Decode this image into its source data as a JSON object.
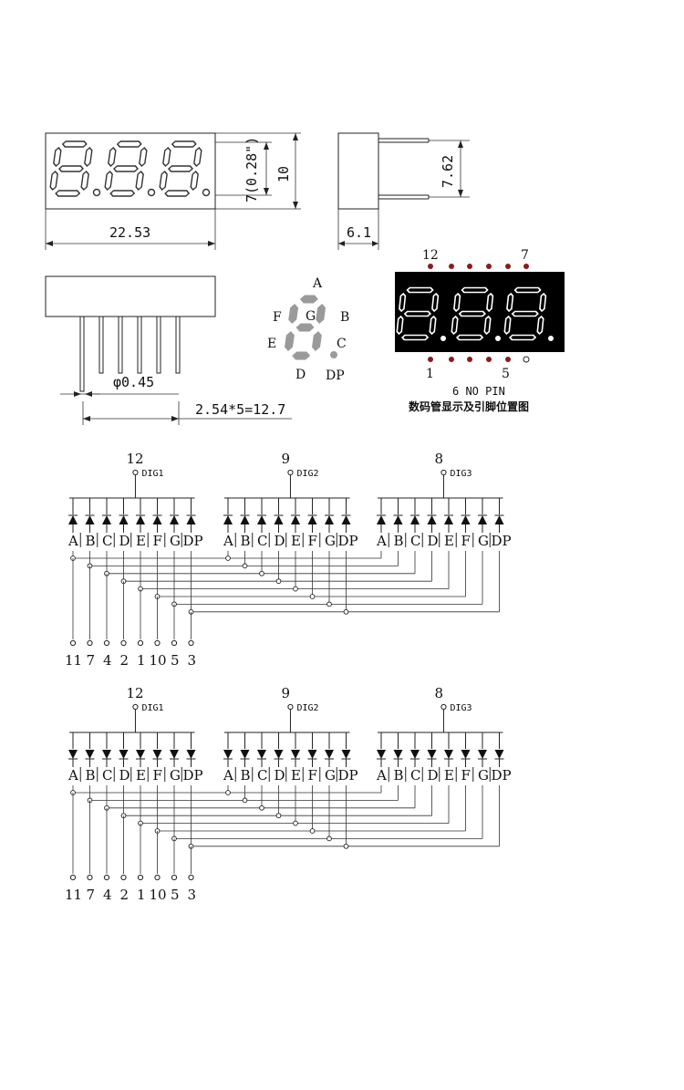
{
  "front_view": {
    "width_label": "22.53",
    "digit_height_label": "7(0.28\")",
    "height_label": "10"
  },
  "side_view": {
    "depth_label": "6.1",
    "pin_row_label": "7.62"
  },
  "bottom_view": {
    "pin_diameter_label": "φ0.45",
    "pitch_label": "2.54*5=12.7"
  },
  "segment_legend": {
    "A": "A",
    "B": "B",
    "C": "C",
    "D": "D",
    "E": "E",
    "F": "F",
    "G": "G",
    "DP": "DP"
  },
  "pin_layout": {
    "top_left": "12",
    "top_right": "7",
    "bottom_left": "1",
    "bottom_right": "5",
    "note": "6 NO PIN",
    "caption": "数码管显示及引脚位置图"
  },
  "circuits": [
    {
      "type": "common-cathode",
      "digits": [
        {
          "pin": "12",
          "name": "DIG1"
        },
        {
          "pin": "9",
          "name": "DIG2"
        },
        {
          "pin": "8",
          "name": "DIG3"
        }
      ],
      "segments": [
        "A",
        "B",
        "C",
        "D",
        "E",
        "F",
        "G",
        "DP"
      ],
      "segment_pins": [
        "11",
        "7",
        "4",
        "2",
        "1",
        "10",
        "5",
        "3"
      ]
    },
    {
      "type": "common-anode",
      "digits": [
        {
          "pin": "12",
          "name": "DIG1"
        },
        {
          "pin": "9",
          "name": "DIG2"
        },
        {
          "pin": "8",
          "name": "DIG3"
        }
      ],
      "segments": [
        "A",
        "B",
        "C",
        "D",
        "E",
        "F",
        "G",
        "DP"
      ],
      "segment_pins": [
        "11",
        "7",
        "4",
        "2",
        "1",
        "10",
        "5",
        "3"
      ]
    }
  ],
  "colors": {
    "line": "#222222",
    "pin_dot": "#8b1a1a",
    "display_bg": "#000000",
    "segment_gray": "#9a9a9a"
  }
}
